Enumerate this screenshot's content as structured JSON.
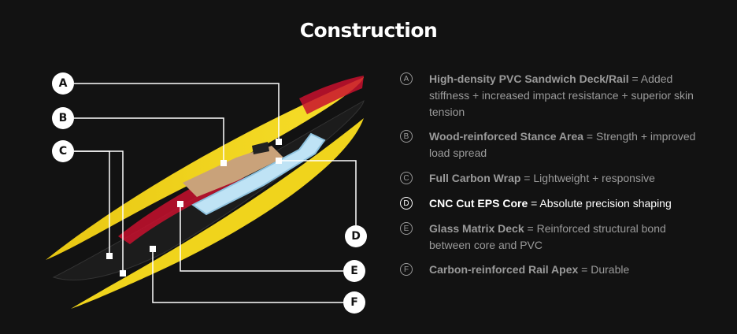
{
  "page": {
    "title": "Construction"
  },
  "callouts": [
    {
      "letter": "A"
    },
    {
      "letter": "B"
    },
    {
      "letter": "C"
    },
    {
      "letter": "D"
    },
    {
      "letter": "E"
    },
    {
      "letter": "F"
    }
  ],
  "legend": [
    {
      "letter": "A",
      "name": "High-density PVC Sandwich Deck/Rail",
      "desc": " = Added stiffness + increased impact resistance + superior skin tension",
      "active": false
    },
    {
      "letter": "B",
      "name": "Wood-reinforced Stance Area",
      "desc": " = Strength + improved load spread",
      "active": false
    },
    {
      "letter": "C",
      "name": "Full Carbon Wrap",
      "desc": " = Lightweight + responsive",
      "active": false
    },
    {
      "letter": "D",
      "name": "CNC Cut EPS Core",
      "desc": " = Absolute precision shaping",
      "active": true
    },
    {
      "letter": "E",
      "name": "Glass Matrix Deck",
      "desc": " = Reinforced structural bond between core and PVC",
      "active": false
    },
    {
      "letter": "F",
      "name": "Carbon-reinforced Rail Apex",
      "desc": " = Durable",
      "active": false
    }
  ],
  "colors": {
    "background": "#121212",
    "board_yellow": "#f2d61a",
    "board_red": "#c8102e",
    "carbon": "#1b1b1b",
    "core_blue": "#bfe3f5",
    "wood": "#c9a27a",
    "text_muted": "#9a9a9a",
    "text_active": "#ffffff"
  }
}
